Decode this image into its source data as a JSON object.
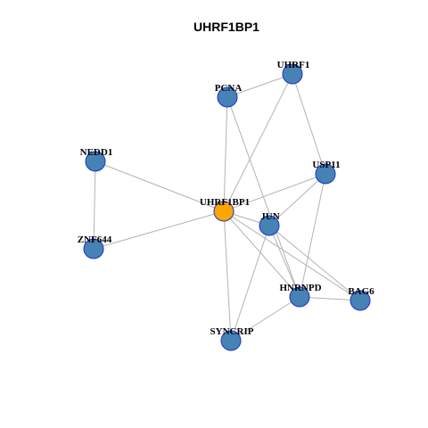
{
  "title": "UHRF1BP1",
  "colors": {
    "node_fill": "#4682b4",
    "center_fill": "#ffa500",
    "node_stroke": "#1c33c8",
    "edge": "#b3b3b3"
  },
  "nodes": [
    {
      "id": "UHRF1",
      "label": "UHRF1",
      "center": false
    },
    {
      "id": "PCNA",
      "label": "PCNA",
      "center": false
    },
    {
      "id": "NEDD1",
      "label": "NEDD1",
      "center": false
    },
    {
      "id": "USP11",
      "label": "USP11",
      "center": false
    },
    {
      "id": "UHRF1BP1",
      "label": "UHRF1BP1",
      "center": true
    },
    {
      "id": "JUN",
      "label": "JUN",
      "center": false
    },
    {
      "id": "ZNF644",
      "label": "ZNF644",
      "center": false
    },
    {
      "id": "HNRNPD",
      "label": "HNRNPD",
      "center": false
    },
    {
      "id": "BAG6",
      "label": "BAG6",
      "center": false
    },
    {
      "id": "SYNCRIP",
      "label": "SYNCRIP",
      "center": false
    }
  ],
  "edges": [
    [
      "PCNA",
      "UHRF1"
    ],
    [
      "UHRF1",
      "UHRF1BP1"
    ],
    [
      "UHRF1",
      "USP11"
    ],
    [
      "PCNA",
      "UHRF1BP1"
    ],
    [
      "PCNA",
      "HNRNPD"
    ],
    [
      "NEDD1",
      "UHRF1BP1"
    ],
    [
      "NEDD1",
      "ZNF644"
    ],
    [
      "ZNF644",
      "UHRF1BP1"
    ],
    [
      "USP11",
      "UHRF1BP1"
    ],
    [
      "USP11",
      "JUN"
    ],
    [
      "USP11",
      "HNRNPD"
    ],
    [
      "UHRF1BP1",
      "JUN"
    ],
    [
      "UHRF1BP1",
      "HNRNPD"
    ],
    [
      "UHRF1BP1",
      "BAG6"
    ],
    [
      "UHRF1BP1",
      "SYNCRIP"
    ],
    [
      "JUN",
      "HNRNPD"
    ],
    [
      "JUN",
      "BAG6"
    ],
    [
      "JUN",
      "SYNCRIP"
    ],
    [
      "HNRNPD",
      "BAG6"
    ],
    [
      "HNRNPD",
      "SYNCRIP"
    ]
  ]
}
